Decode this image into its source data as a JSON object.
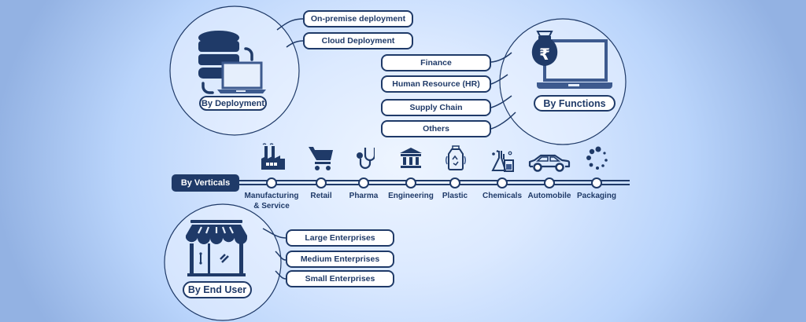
{
  "deployment": {
    "label": "By Deployment",
    "items": [
      "On-premise deployment",
      "Cloud Deployment"
    ],
    "icon": "database-laptop-icon"
  },
  "functions": {
    "label": "By Functions",
    "items": [
      "Finance",
      "Human Resource (HR)",
      "Supply Chain",
      "Others"
    ],
    "icon": "rupee-bag-laptop-icon"
  },
  "verticals": {
    "label": "By Verticals",
    "items": [
      {
        "label": "Manufacturing",
        "label2": "& Service",
        "icon": "factory-icon"
      },
      {
        "label": "Retail",
        "icon": "shopping-cart-icon"
      },
      {
        "label": "Pharma",
        "icon": "stethoscope-icon"
      },
      {
        "label": "Engineering",
        "icon": "building-columns-icon"
      },
      {
        "label": "Plastic",
        "icon": "recycle-bottle-icon"
      },
      {
        "label": "Chemicals",
        "icon": "flask-icon"
      },
      {
        "label": "Automobile",
        "icon": "car-icon"
      },
      {
        "label": "Packaging",
        "icon": "dots-spinner-icon"
      }
    ]
  },
  "end_user": {
    "label": "By End User",
    "items": [
      "Large Enterprises",
      "Medium Enterprises",
      "Small Enterprises"
    ],
    "icon": "storefront-icon"
  },
  "colors": {
    "primary": "#1f3a68",
    "box_fill": "#ffffff",
    "icon_screen": "#e6effc",
    "laptop": "#3d5a8e"
  }
}
